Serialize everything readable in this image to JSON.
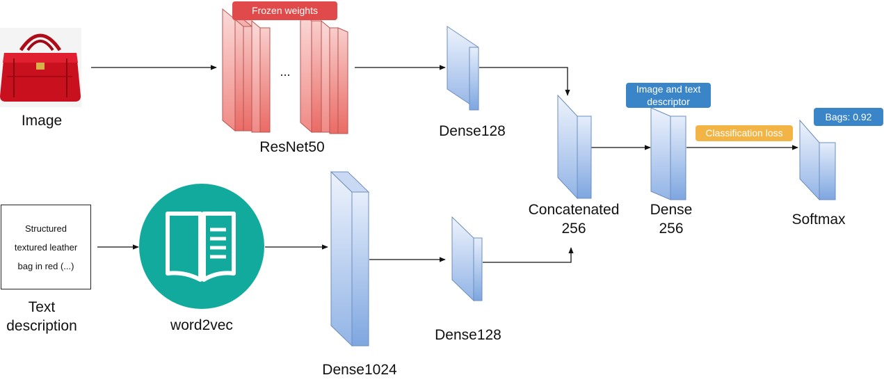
{
  "labels": {
    "image": "Image",
    "resnet": "ResNet50",
    "dense128_top": "Dense128",
    "dense128_bottom": "Dense128",
    "dense1024": "Dense1024",
    "word2vec": "word2vec",
    "text_description": "Text\ndescription",
    "concatenated": "Concatenated\n256",
    "dense256": "Dense\n256",
    "softmax": "Softmax",
    "ellipsis": "..."
  },
  "text_input": "Structured\ntextured leather\nbag in red (...)",
  "badges": {
    "frozen_weights": "Frozen weights",
    "image_text_descriptor": "Image and text\ndescriptor",
    "classification_loss": "Classification loss",
    "prediction": "Bags: 0.92"
  },
  "colors": {
    "red_layer": "#ea6b66",
    "red_layer_light": "#f8cecc",
    "blue_layer": "#7ea6e0",
    "blue_layer_light": "#dae8fc",
    "word2vec_circle": "#12aa9c",
    "frozen_badge": "#e04a4a",
    "descriptor_badge": "#3a85c8",
    "loss_badge": "#f2b445",
    "prediction_badge": "#3a85c8",
    "bag": "#c8101e"
  },
  "icons": {
    "input_image": "red-handbag-photo",
    "word2vec": "open-book-icon"
  }
}
